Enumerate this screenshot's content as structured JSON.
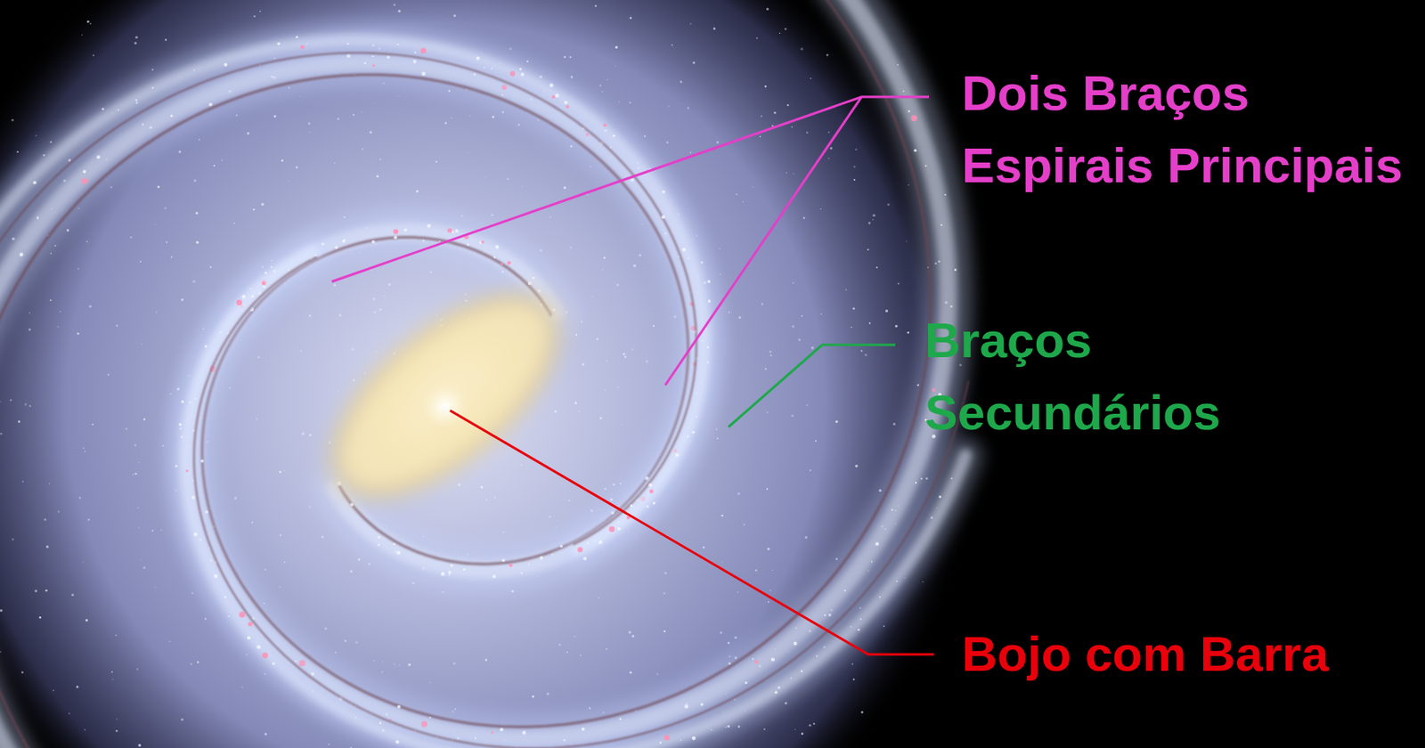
{
  "diagram": {
    "labels": [
      "Dois Braços Espirais Principais",
      "Braços Secundários",
      "Bojo com Barra"
    ]
  }
}
